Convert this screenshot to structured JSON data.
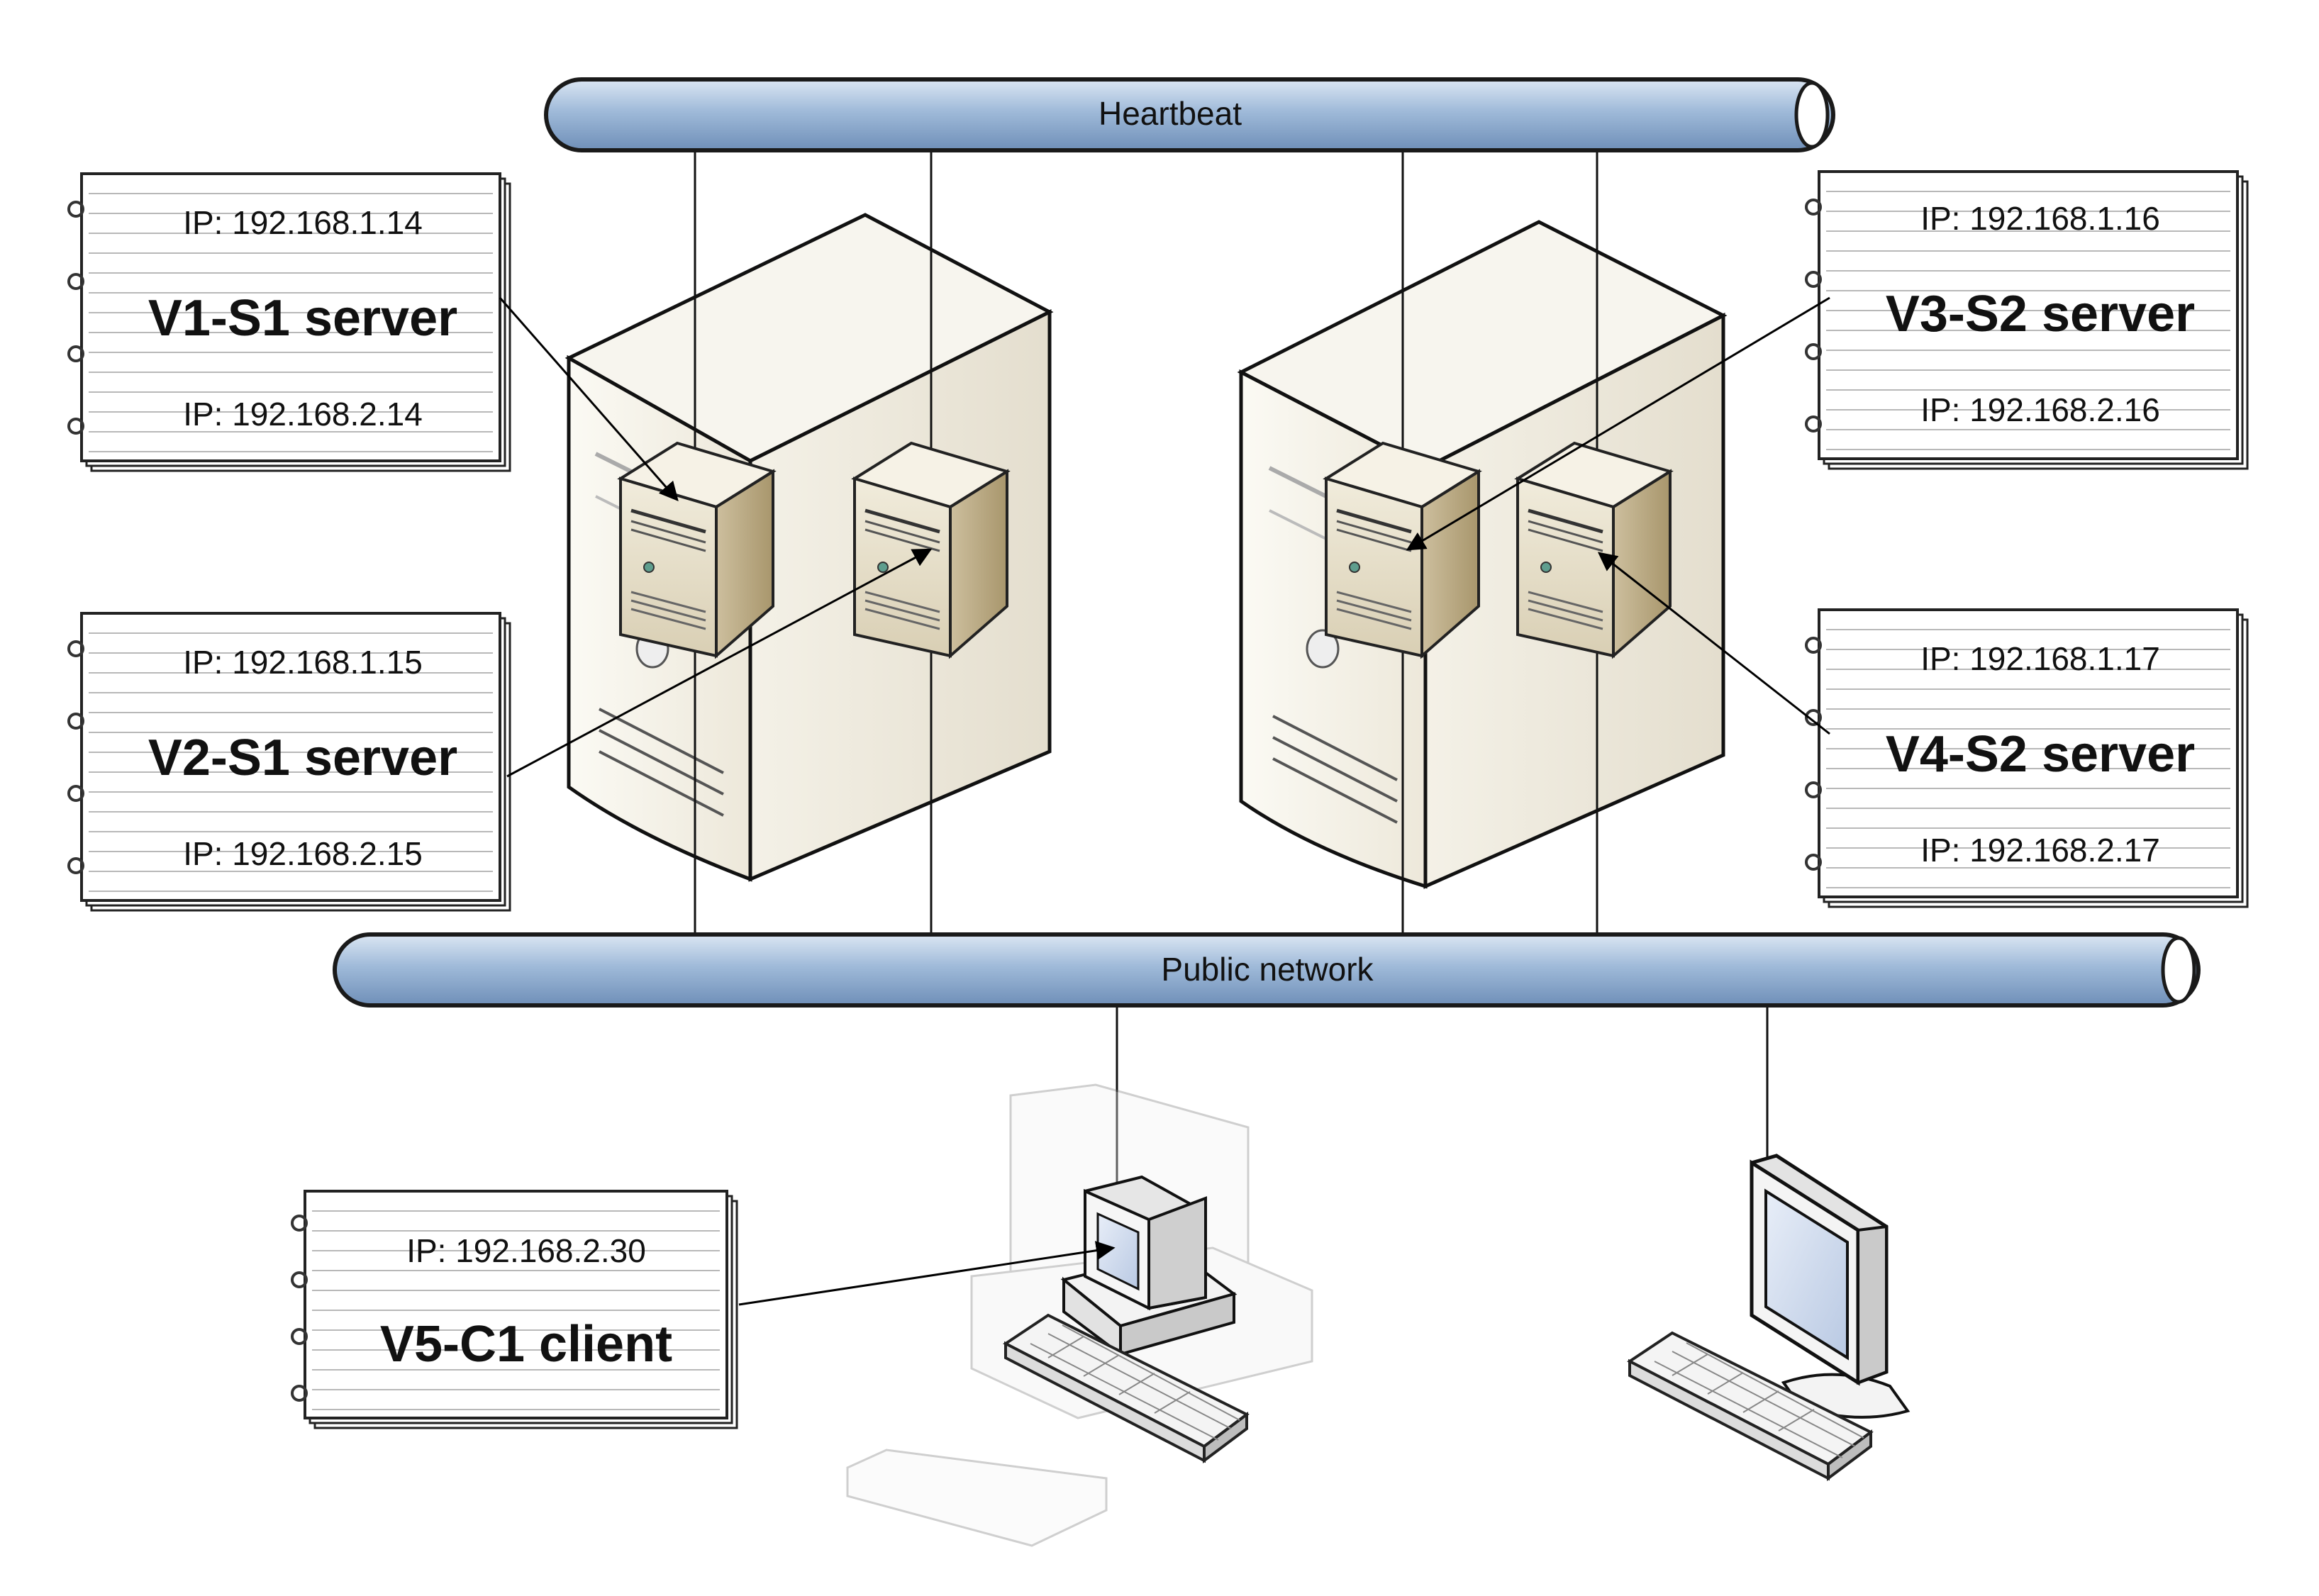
{
  "buses": {
    "heartbeat": {
      "label": "Heartbeat"
    },
    "public": {
      "label": "Public network"
    }
  },
  "notes": [
    {
      "id": "v1",
      "ip1": "IP: 192.168.1.14",
      "title": "V1-S1 server",
      "ip2": "IP: 192.168.2.14"
    },
    {
      "id": "v2",
      "ip1": "IP: 192.168.1.15",
      "title": "V2-S1 server",
      "ip2": "IP: 192.168.2.15"
    },
    {
      "id": "v3",
      "ip1": "IP: 192.168.1.16",
      "title": "V3-S2 server",
      "ip2": "IP: 192.168.2.16"
    },
    {
      "id": "v4",
      "ip1": "IP: 192.168.1.17",
      "title": "V4-S2 server",
      "ip2": "IP: 192.168.2.17"
    },
    {
      "id": "v5",
      "ip1": "IP: 192.168.2.30",
      "title": "V5-C1 client"
    }
  ],
  "colors": {
    "bus_fill": "#9fbad9",
    "bus_stroke": "#1a1a1a",
    "tower_fill": "#f3f0e6",
    "vm_fill": "#cdbf9e",
    "note_line": "#b8b8b8"
  },
  "icons": [
    "server-tower-icon",
    "virtual-server-icon",
    "desktop-computer-icon",
    "monitor-icon",
    "keyboard-icon"
  ]
}
